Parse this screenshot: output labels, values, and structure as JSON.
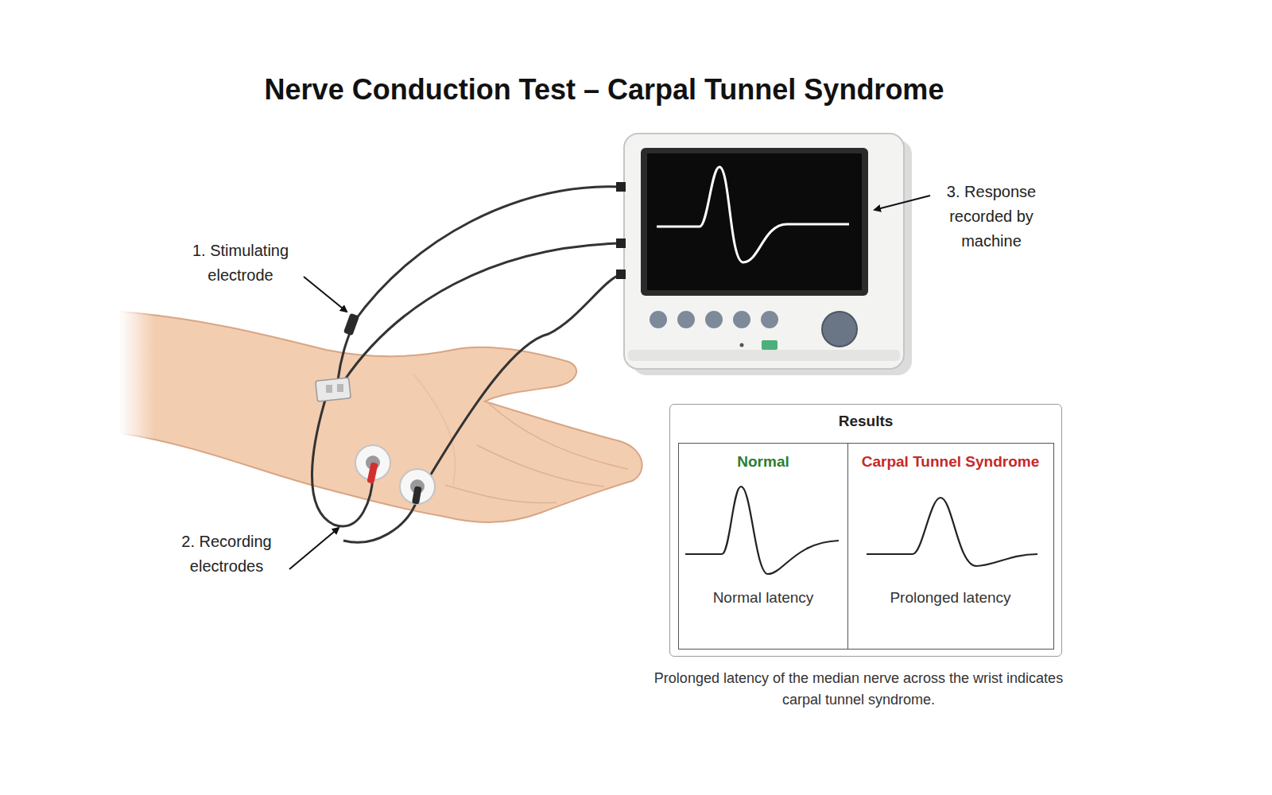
{
  "diagram": {
    "title": "Nerve Conduction Test – Carpal Tunnel Syndrome",
    "caption": "Prolonged latency of the median nerve across the wrist indicates carpal tunnel syndrome.",
    "nodes": [
      {
        "text": [
          "Results"
        ]
      },
      {
        "text": [
          "Normal",
          "Normal latency"
        ],
        "in": 0
      },
      {
        "text": [
          "Carpal Tunnel Syndrome",
          "Prolonged latency"
        ],
        "in": 0
      }
    ],
    "labels": [
      "1. Stimulating electrode",
      "2. Recording electrodes",
      "3. Response recorded by machine"
    ]
  }
}
